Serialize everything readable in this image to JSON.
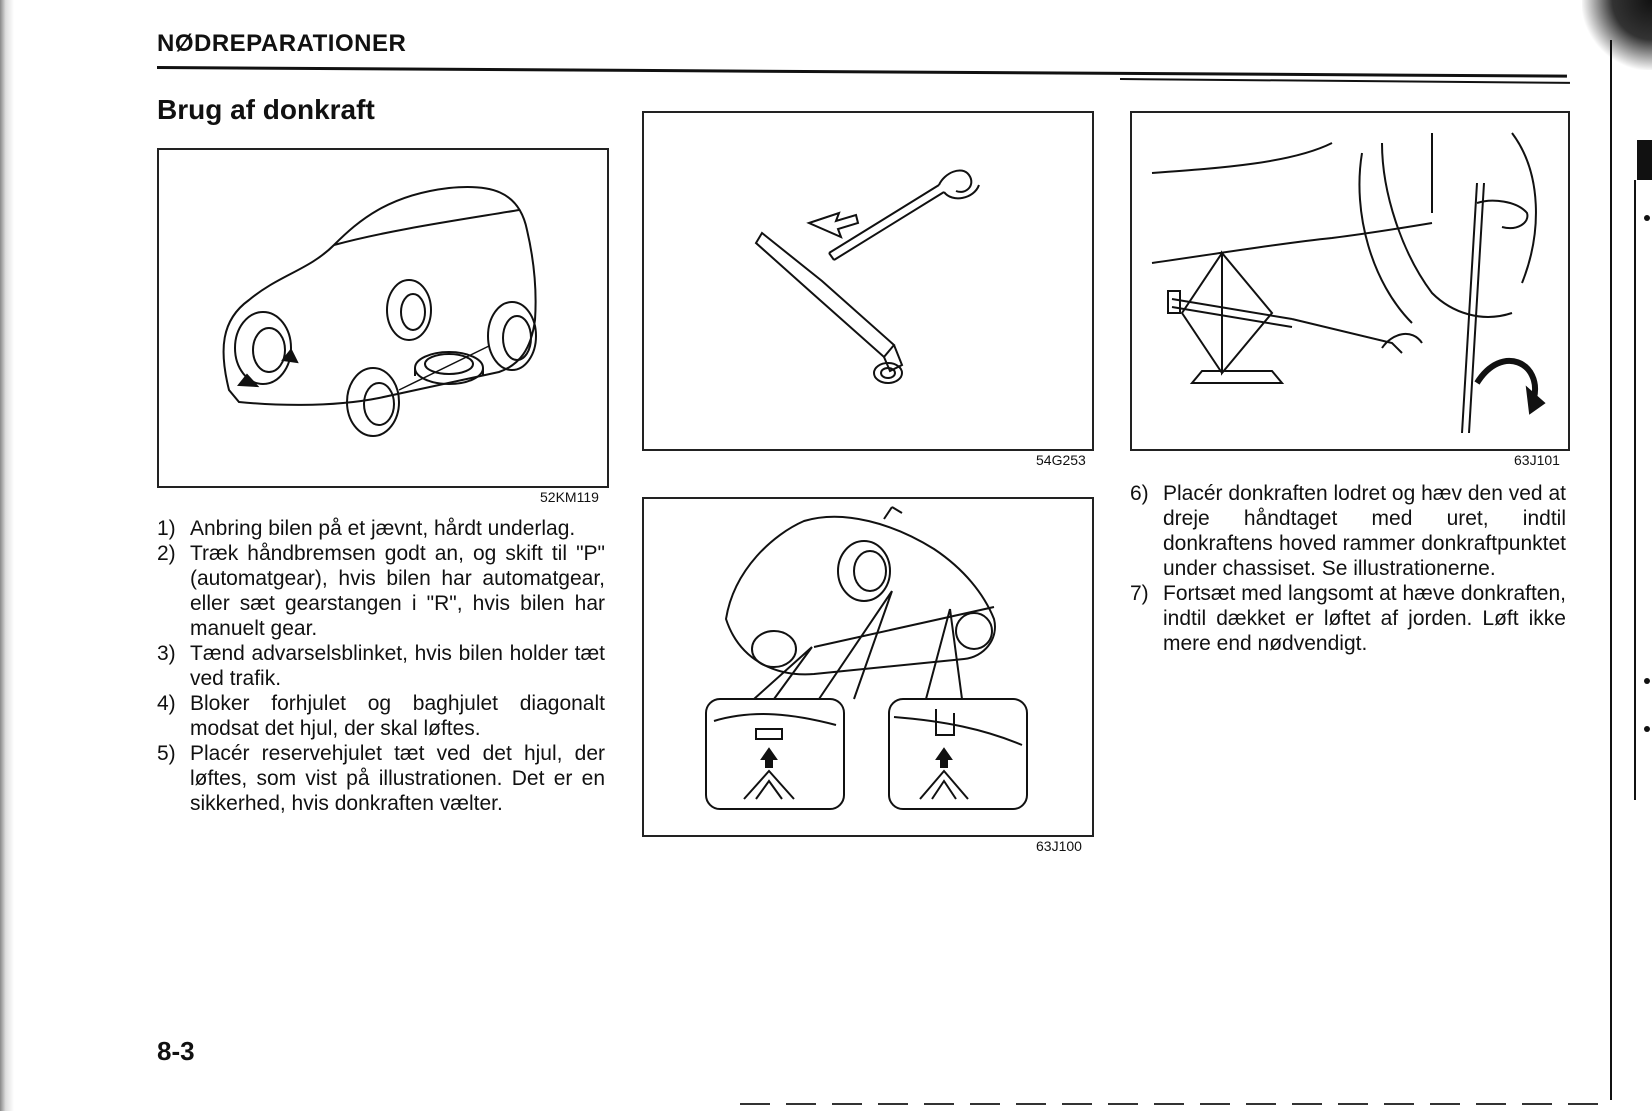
{
  "header": {
    "title": "NØDREPARATIONER"
  },
  "section": {
    "title": "Brug af donkraft"
  },
  "figures": {
    "car": {
      "code": "52KM119"
    },
    "tools": {
      "code": "54G253"
    },
    "jackpoints": {
      "code": "63J100"
    },
    "jacking": {
      "code": "63J101"
    }
  },
  "steps_left": [
    {
      "num": "1)",
      "text": "Anbring bilen på et jævnt, hårdt underlag."
    },
    {
      "num": "2)",
      "text": "Træk håndbremsen godt an, og skift til \"P\" (automatgear), hvis bilen har automatgear, eller sæt gearstangen i \"R\", hvis bilen har manuelt gear."
    },
    {
      "num": "3)",
      "text": "Tænd advarselsblinket, hvis bilen holder tæt ved trafik."
    },
    {
      "num": "4)",
      "text": "Bloker forhjulet og baghjulet diagonalt modsat det hjul, der skal løftes."
    },
    {
      "num": "5)",
      "text": "Placér reservehjulet tæt ved det hjul, der løftes, som vist på illustrationen. Det er en sikkerhed, hvis donkraften vælter."
    }
  ],
  "steps_right": [
    {
      "num": "6)",
      "text": "Placér donkraften lodret og hæv den ved at dreje håndtaget med uret, indtil donkraftens hoved rammer donkraftpunktet under chassiset. Se illustrationerne."
    },
    {
      "num": "7)",
      "text": "Fortsæt med langsomt at hæve donkraften, indtil dækket er løftet af jorden. Løft ikke mere end nødvendigt."
    }
  ],
  "footer": {
    "page_number": "8-3"
  }
}
